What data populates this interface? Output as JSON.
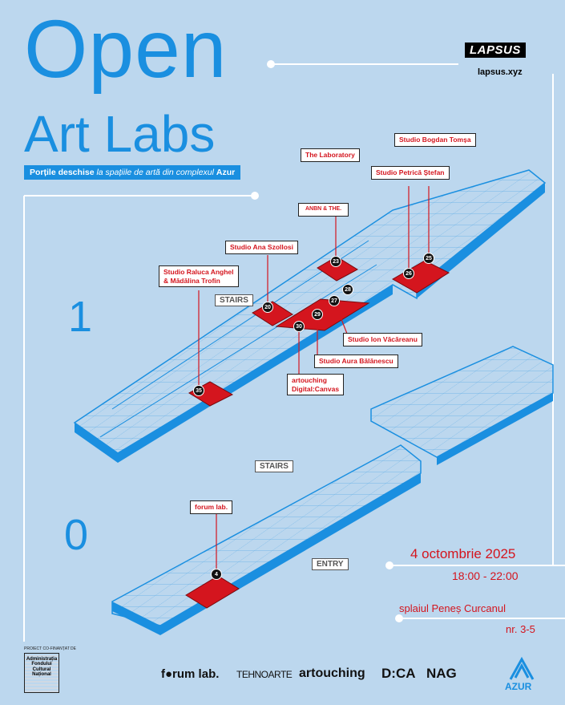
{
  "title": {
    "line1": "Open",
    "line2": "Art Labs"
  },
  "tagline": {
    "bold1": "Porțile deschise",
    "italic": " la spațiile de artă din complexul ",
    "bold2": "Azur"
  },
  "brand": {
    "name": "LAPSUS",
    "url": "lapsus.xyz"
  },
  "floors": {
    "upper": "1",
    "ground": "0"
  },
  "tags": {
    "stairs_upper": "STAIRS",
    "stairs_ground": "STAIRS",
    "entry": "ENTRY"
  },
  "studios": {
    "laboratory": "The Laboratory",
    "bogdan": "Studio Bogdan Tomșa",
    "petrica": "Studio Petrică Ștefan",
    "anbn": "ANBN & THE.",
    "ana": "Studio Ana Szollosi",
    "raluca1": "Studio Raluca Anghel",
    "raluca2": "& Mădălina Trofin",
    "ion": "Studio Ion Văcăreanu",
    "aura": "Studio Aura Bălănescu",
    "artouching1": "artouching",
    "artouching2": "Digital:Canvas",
    "forum": "forum lab."
  },
  "room_numbers": {
    "n23": "23",
    "n25": "25",
    "n26": "26",
    "n27": "27",
    "n28": "28",
    "n29": "29",
    "n30": "30",
    "n20": "20",
    "n35": "35",
    "n4": "4"
  },
  "event": {
    "date": "4 octombrie 2025",
    "hours": "18:00 - 22:00",
    "street": "splaiul Peneș Curcanul",
    "number": "nr. 3-5"
  },
  "sponsors": {
    "afcn_caption": "PROIECT CO-FINANȚAT DE",
    "afcn": "Administrația Fondului Cultural Național",
    "forumlab": "f●rum lab.",
    "tehnoarte": "TEHNOARTE",
    "artouching": "artouching",
    "dca": "D:CA",
    "nag": "NAG",
    "azur": "AZUR"
  },
  "colors": {
    "bg": "#bcd7ee",
    "blue": "#1a8fe0",
    "red": "#d4151e"
  }
}
